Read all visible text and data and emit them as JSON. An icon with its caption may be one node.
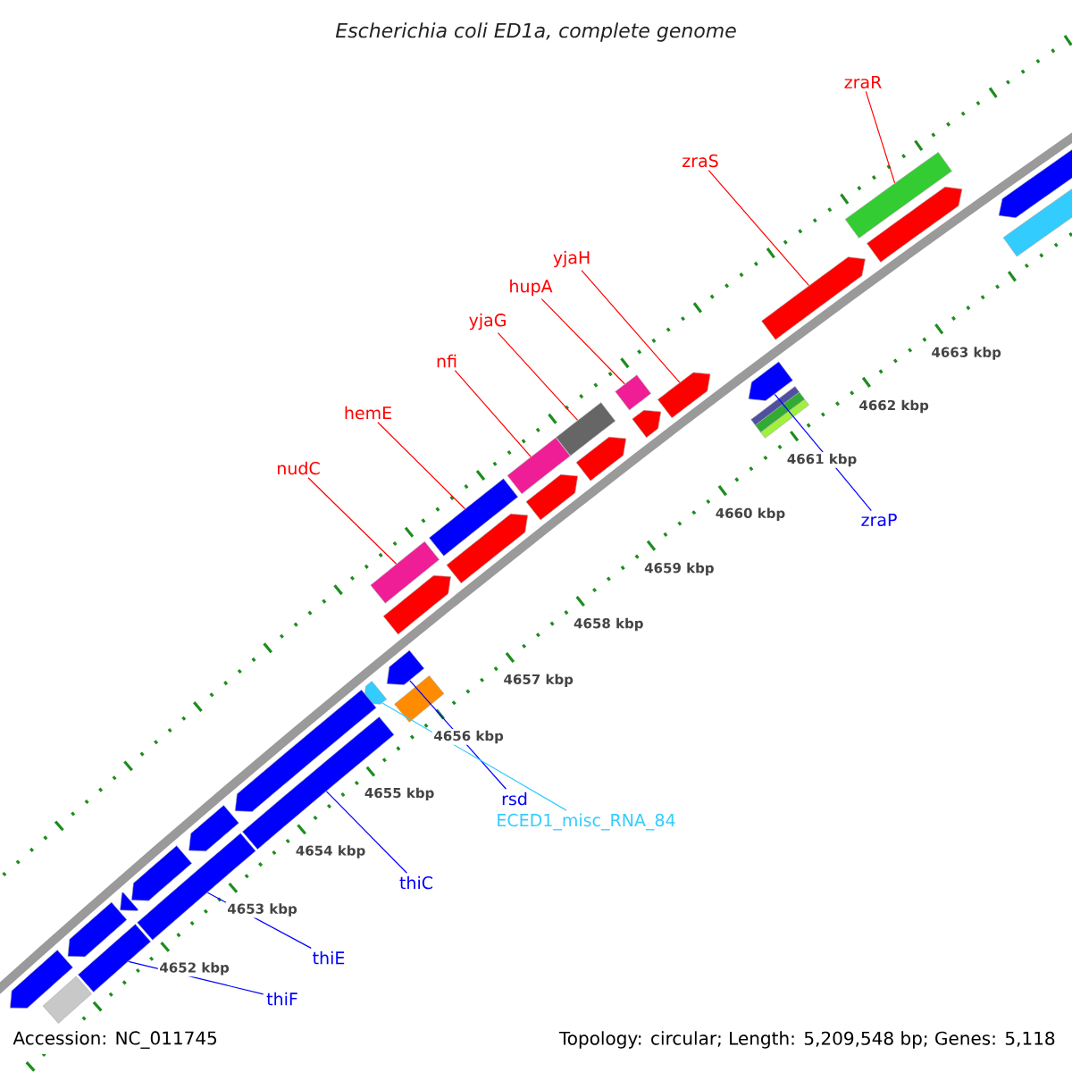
{
  "diagram": {
    "title": "Escherichia coli ED1a, complete genome",
    "nodes": [
      {
        "text": [
          "nudC"
        ]
      },
      {
        "text": [
          "hemE"
        ]
      },
      {
        "text": [
          "nfi"
        ]
      },
      {
        "text": [
          "yjaG"
        ]
      },
      {
        "text": [
          "hupA"
        ]
      },
      {
        "text": [
          "yjaH"
        ]
      },
      {
        "text": [
          "zraS"
        ]
      },
      {
        "text": [
          "zraR"
        ]
      },
      {
        "text": [
          "zraP"
        ]
      },
      {
        "text": [
          "rsd"
        ]
      },
      {
        "text": [
          "ECED1_misc_RNA_84"
        ]
      },
      {
        "text": [
          "thiC"
        ]
      },
      {
        "text": [
          "thiE"
        ]
      },
      {
        "text": [
          "thiF"
        ]
      },
      {
        "text": [],
        "shape": "bar"
      },
      {
        "text": [],
        "shape": "bar"
      },
      {
        "text": [],
        "shape": "bar"
      },
      {
        "text": [],
        "shape": "bar"
      },
      {
        "text": [],
        "shape": "bar"
      },
      {
        "text": [],
        "shape": "bar"
      },
      {
        "text": [],
        "shape": "bar"
      },
      {
        "text": [],
        "shape": "bar"
      },
      {
        "text": [],
        "shape": "bar"
      },
      {
        "text": [],
        "shape": "bar"
      },
      {
        "text": [],
        "shape": "bar"
      },
      {
        "text": [],
        "shape": "bar"
      },
      {
        "text": [],
        "shape": "bar"
      },
      {
        "text": [],
        "shape": "bar"
      },
      {
        "text": [],
        "shape": "bar"
      },
      {
        "text": [],
        "shape": "bar"
      },
      {
        "text": [],
        "shape": "bar"
      },
      {
        "text": [],
        "shape": "bar"
      },
      {
        "text": [],
        "shape": "bar"
      },
      {
        "text": [],
        "shape": "bar"
      },
      {
        "text": [],
        "shape": "bar"
      },
      {
        "text": [],
        "shape": "bar"
      },
      {
        "text": [],
        "shape": "bar"
      },
      {
        "text": [],
        "shape": "bar"
      },
      {
        "text": [],
        "shape": "bar"
      },
      {
        "text": [],
        "shape": "bar"
      },
      {
        "text": [],
        "shape": "bar"
      },
      {
        "text": [],
        "shape": "bar"
      },
      {
        "text": [],
        "shape": "bar"
      },
      {
        "text": [],
        "shape": "bar"
      },
      {
        "text": [],
        "shape": "bar"
      },
      {
        "text": [],
        "shape": "bar"
      },
      {
        "text": [],
        "shape": "bar"
      }
    ],
    "edges": [
      {
        "from": 0,
        "to": 14,
        "arrow": "none"
      },
      {
        "from": 1,
        "to": 15,
        "arrow": "none"
      },
      {
        "from": 2,
        "to": 16,
        "arrow": "none"
      },
      {
        "from": 3,
        "to": 17,
        "arrow": "none"
      },
      {
        "from": 4,
        "to": 18,
        "arrow": "none"
      },
      {
        "from": 5,
        "to": 19,
        "arrow": "none"
      },
      {
        "from": 6,
        "to": 20,
        "arrow": "none"
      },
      {
        "from": 7,
        "to": 21,
        "arrow": "none"
      },
      {
        "from": 8,
        "to": 22,
        "arrow": "none",
        "color": "#0000ff"
      },
      {
        "from": 9,
        "to": 23,
        "arrow": "none",
        "color": "#0000ff"
      },
      {
        "from": 10,
        "to": 24,
        "arrow": "none",
        "color": "#33ccff"
      },
      {
        "from": 11,
        "to": 25,
        "arrow": "none",
        "color": "#0000ff"
      },
      {
        "from": 12,
        "to": 26,
        "arrow": "none",
        "color": "#0000ff"
      },
      {
        "from": 13,
        "to": 27,
        "arrow": "none",
        "color": "#0000ff"
      }
    ],
    "labels": [
      "4652 kbp",
      "4653 kbp",
      "4654 kbp",
      "4655 kbp",
      "4656 kbp",
      "4657 kbp",
      "4658 kbp",
      "4659 kbp",
      "4660 kbp",
      "4661 kbp",
      "4662 kbp",
      "4663 kbp",
      "Accession: NC_011745",
      "Topology: circular; Length: 5,209,548 bp; Genes: 5,118"
    ]
  }
}
